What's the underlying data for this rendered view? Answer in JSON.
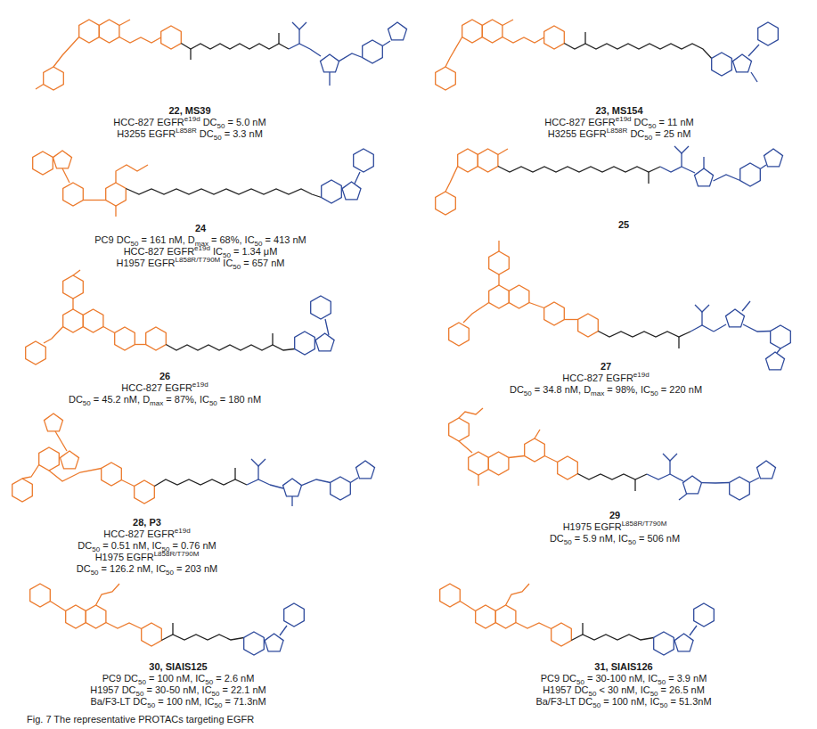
{
  "diagram": {
    "caption": "Fig. 7 The representative PROTACs targeting EGFR",
    "labels": [
      "22, MS39",
      "HCC-827 EGFRe19d DC50 = 5.0 nM",
      "H3255 EGFRL858R DC50 = 3.3 nM",
      "23, MS154",
      "HCC-827 EGFRe19d DC50 = 11 nM",
      "H3255 EGFRL858R DC50 = 25 nM",
      "24",
      "PC9 DC50 = 161 nM, Dmax = 68%, IC50 = 413 nM",
      "HCC-827 EGFRe19d IC50 = 1.34 μM",
      "H1957 EGFRL858R/T790M IC50 = 657 nM",
      "25",
      "26",
      "HCC-827 EGFRe19d",
      "DC50 = 45.2 nM, Dmax = 87%, IC50 = 180 nM",
      "27",
      "HCC-827 EGFRe19d",
      "DC50 = 34.8 nM, Dmax = 98%, IC50 = 220 nM",
      "28, P3",
      "HCC-827 EGFRe19d",
      "DC50 = 0.51 nM, IC50 = 0.76 nM",
      "H1975 EGFRL858R/T790M",
      "DC50 = 126.2 nM, IC50 = 203 nM",
      "29",
      "H1975 EGFRL858R/T790M",
      "DC50 = 5.9 nM, IC50 = 506 nM",
      "30, SIAIS125",
      "PC9 DC50 = 100 nM, IC50 = 2.6 nM",
      "H1957 DC50 = 30-50 nM, IC50 = 22.1 nM",
      "Ba/F3-LT DC50 = 100 nM, IC50 = 71.3nM",
      "31, SIAIS126",
      "PC9 DC50 = 30-100 nM, IC50 = 3.9 nM",
      "H1957 DC50 < 30 nM, IC50 = 26.5 nM",
      "Ba/F3-LT DC50 = 100 nM, IC50 = 51.3nM"
    ]
  }
}
